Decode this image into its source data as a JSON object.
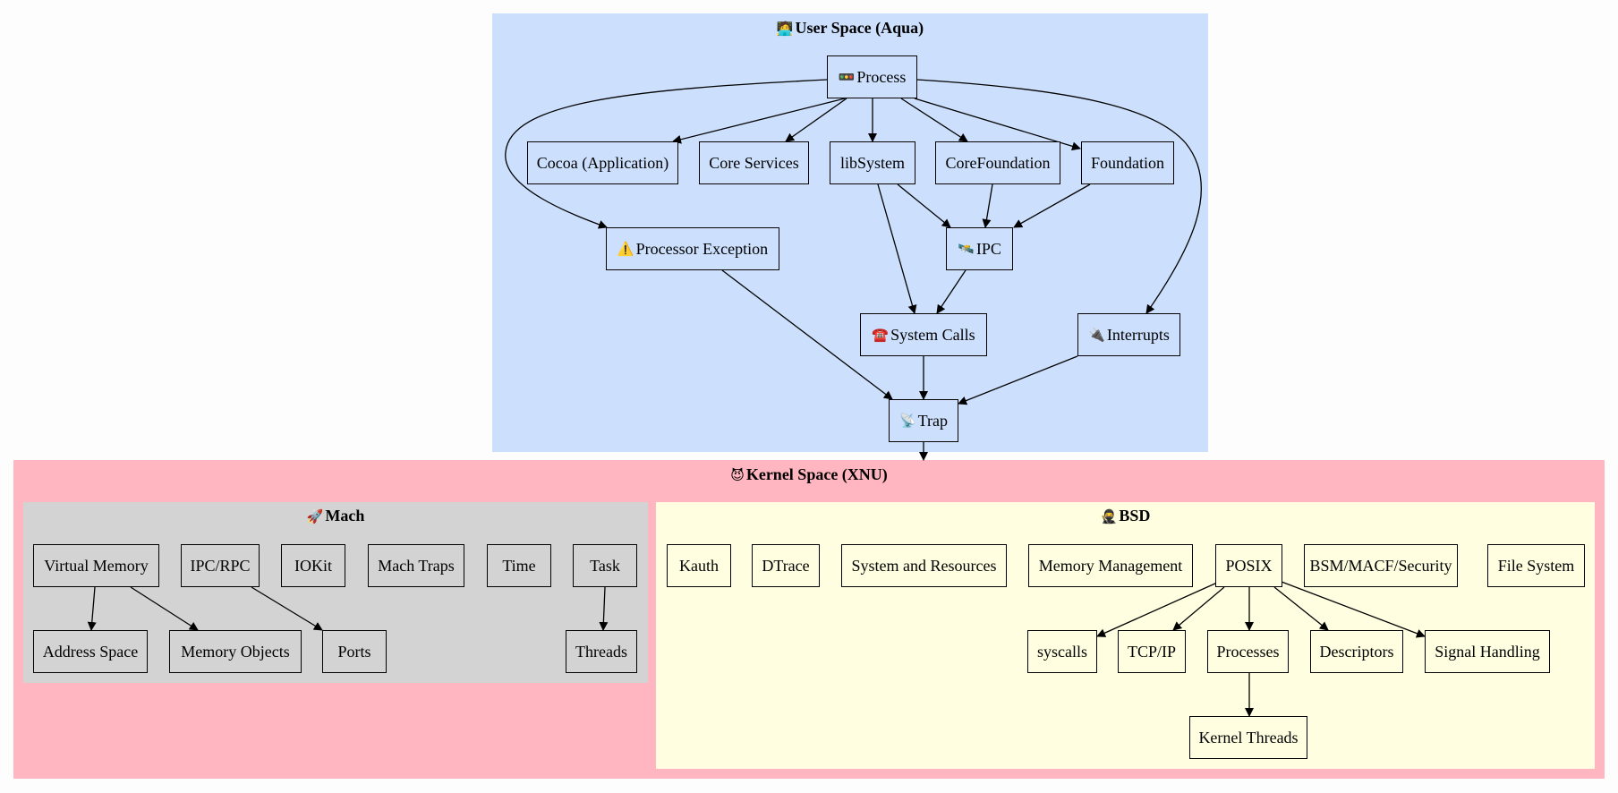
{
  "clusters": {
    "user": {
      "title": "User Space (Aqua)",
      "icon": "🧑‍💻",
      "icon_name": "technologist-icon",
      "color": "#cce0fd"
    },
    "kernel": {
      "title": "Kernel Space (XNU)",
      "icon": "😈",
      "icon_name": "devil-face-icon",
      "color": "#ffb6c1"
    },
    "mach": {
      "title": "Mach",
      "icon": "🚀",
      "icon_name": "rocket-icon",
      "color": "#d3d3d3"
    },
    "bsd": {
      "title": "BSD",
      "icon": "🥷",
      "icon_name": "ninja-icon",
      "color": "#fffee0"
    }
  },
  "nodes": {
    "process": {
      "label": "Process",
      "icon": "🚥",
      "icon_name": "traffic-light-icon"
    },
    "cocoa": {
      "label": "Cocoa (Application)"
    },
    "core_services": {
      "label": "Core Services"
    },
    "libsystem": {
      "label": "libSystem"
    },
    "corefoundation": {
      "label": "CoreFoundation"
    },
    "foundation": {
      "label": "Foundation"
    },
    "processor_exception": {
      "label": "Processor Exception",
      "icon": "⚠️",
      "icon_name": "warning-icon"
    },
    "ipc": {
      "label": "IPC",
      "icon": "🛰️",
      "icon_name": "satellite-icon"
    },
    "system_calls": {
      "label": "System Calls",
      "icon": "☎️",
      "icon_name": "telephone-icon"
    },
    "interrupts": {
      "label": "Interrupts",
      "icon": "🔌",
      "icon_name": "plug-icon"
    },
    "trap": {
      "label": "Trap",
      "icon": "📡",
      "icon_name": "satellite-dish-icon"
    },
    "virtual_memory": {
      "label": "Virtual Memory"
    },
    "ipc_rpc": {
      "label": "IPC/RPC"
    },
    "iokit": {
      "label": "IOKit"
    },
    "mach_traps": {
      "label": "Mach Traps"
    },
    "time": {
      "label": "Time"
    },
    "task": {
      "label": "Task"
    },
    "address_space": {
      "label": "Address Space"
    },
    "memory_objects": {
      "label": "Memory Objects"
    },
    "ports": {
      "label": "Ports"
    },
    "threads": {
      "label": "Threads"
    },
    "kauth": {
      "label": "Kauth"
    },
    "dtrace": {
      "label": "DTrace"
    },
    "system_resources": {
      "label": "System and Resources"
    },
    "memory_management": {
      "label": "Memory Management"
    },
    "posix": {
      "label": "POSIX"
    },
    "bsm": {
      "label": "BSM/MACF/Security"
    },
    "file_system": {
      "label": "File System"
    },
    "syscalls": {
      "label": "syscalls"
    },
    "tcpip": {
      "label": "TCP/IP"
    },
    "processes": {
      "label": "Processes"
    },
    "descriptors": {
      "label": "Descriptors"
    },
    "signal_handling": {
      "label": "Signal Handling"
    },
    "kernel_threads": {
      "label": "Kernel Threads"
    }
  }
}
